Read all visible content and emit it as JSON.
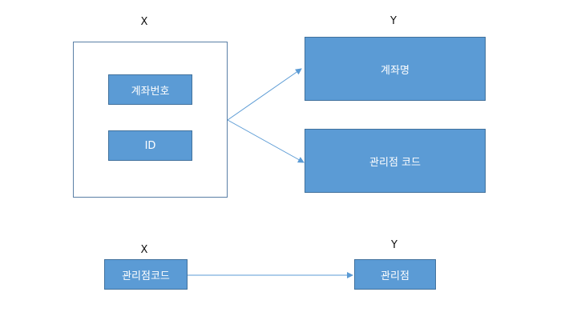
{
  "top": {
    "x_label": "X",
    "y_label": "Y",
    "x_fields": [
      "계좌번호",
      "ID"
    ],
    "y_fields": [
      "계좌명",
      "관리점 코드"
    ]
  },
  "bottom": {
    "x_label": "X",
    "y_label": "Y",
    "x_field": "관리점코드",
    "y_field": "관리점"
  },
  "colors": {
    "box_fill": "#5b9bd5",
    "box_border": "#41719c",
    "arrow": "#5b9bd5",
    "outline": "#5a7fa6"
  }
}
